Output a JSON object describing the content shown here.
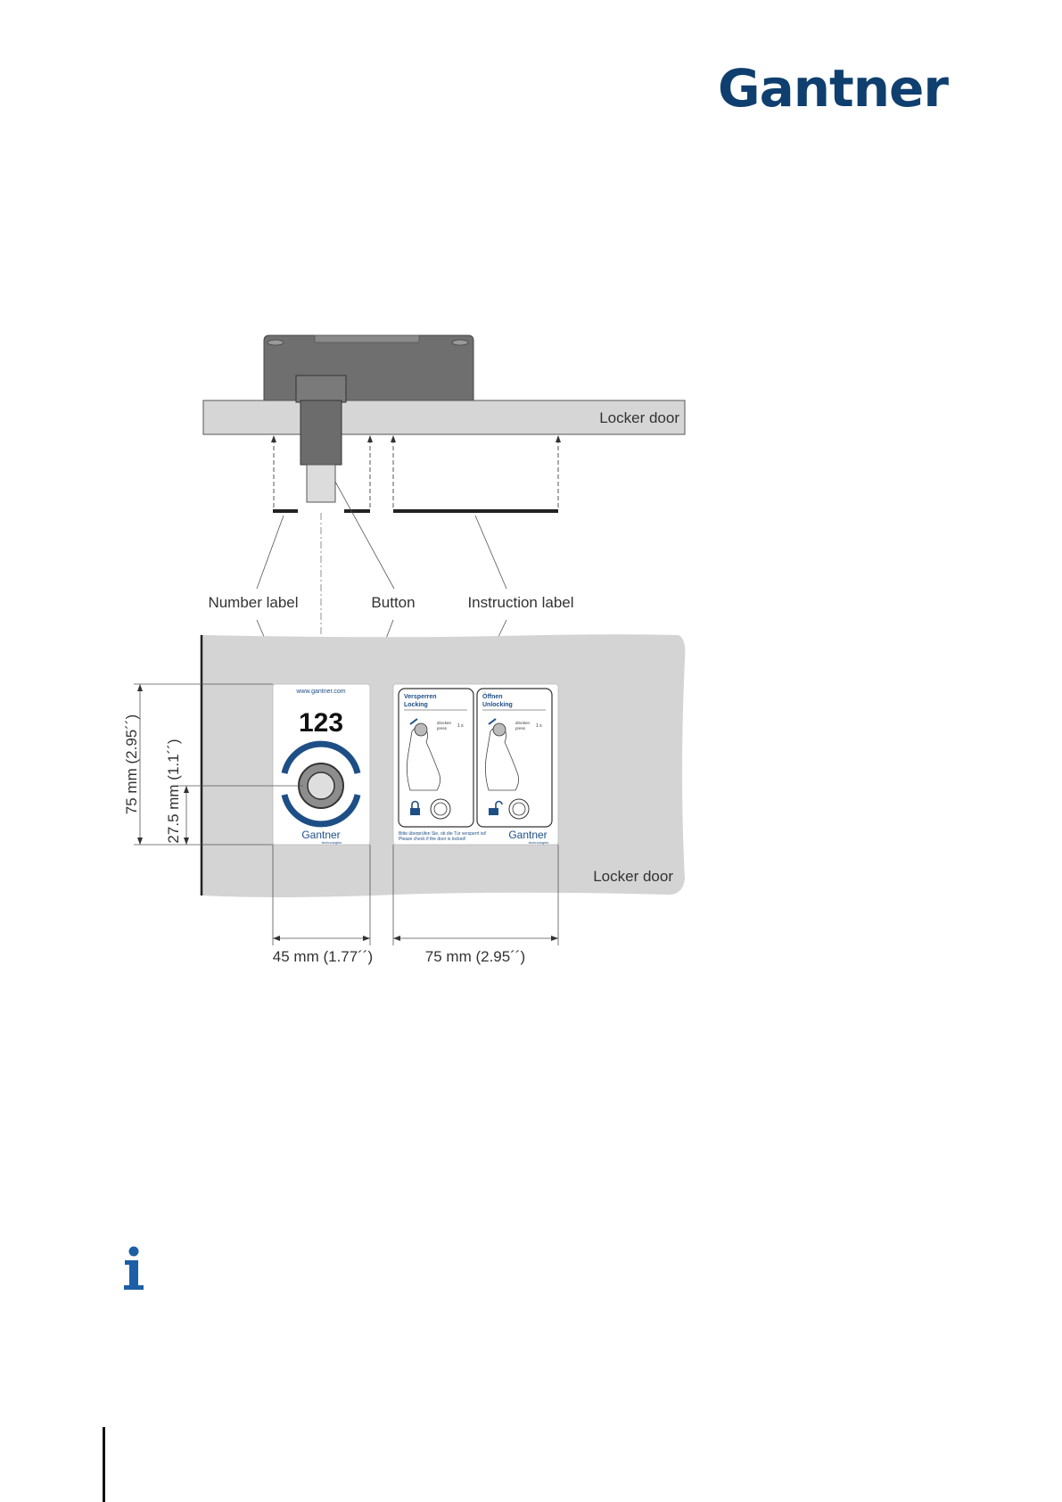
{
  "header": {
    "logo_text": "Gantner"
  },
  "figure": {
    "top_view": {
      "door_label": "Locker door"
    },
    "callouts": {
      "number_label": "Number label",
      "button": "Button",
      "instruction_label": "Instruction label"
    },
    "front_view": {
      "door_label": "Locker door",
      "number_label_card": {
        "url": "www.gantner.com",
        "number": "123",
        "brand": "Gantner",
        "brand_sub": "technologies"
      },
      "instruction_card": {
        "locking_title_de": "Versperren",
        "locking_title_en": "Locking",
        "unlocking_title_de": "Öffnen",
        "unlocking_title_en": "Unlocking",
        "press_de": "drücken",
        "press_en": "press",
        "duration": "1 s",
        "footer_de": "Bitte überprüfen Sie, ob die Tür versperrt ist!",
        "footer_en": "Please check if the door is locked!",
        "brand": "Gantner",
        "brand_sub": "technologies"
      }
    },
    "dimensions": {
      "height_total": "75 mm (2.95´´)",
      "height_center": "27.5 mm (1.1´´)",
      "width_number_label": "45 mm (1.77´´)",
      "width_instruction_label": "75 mm (2.95´´)"
    }
  },
  "colors": {
    "brand_blue": "#0f3f6e",
    "accent_blue": "#1d4f86",
    "door_gray": "#d6d6d6",
    "device_gray": "#707070"
  },
  "icons": {
    "info": "info-icon"
  }
}
